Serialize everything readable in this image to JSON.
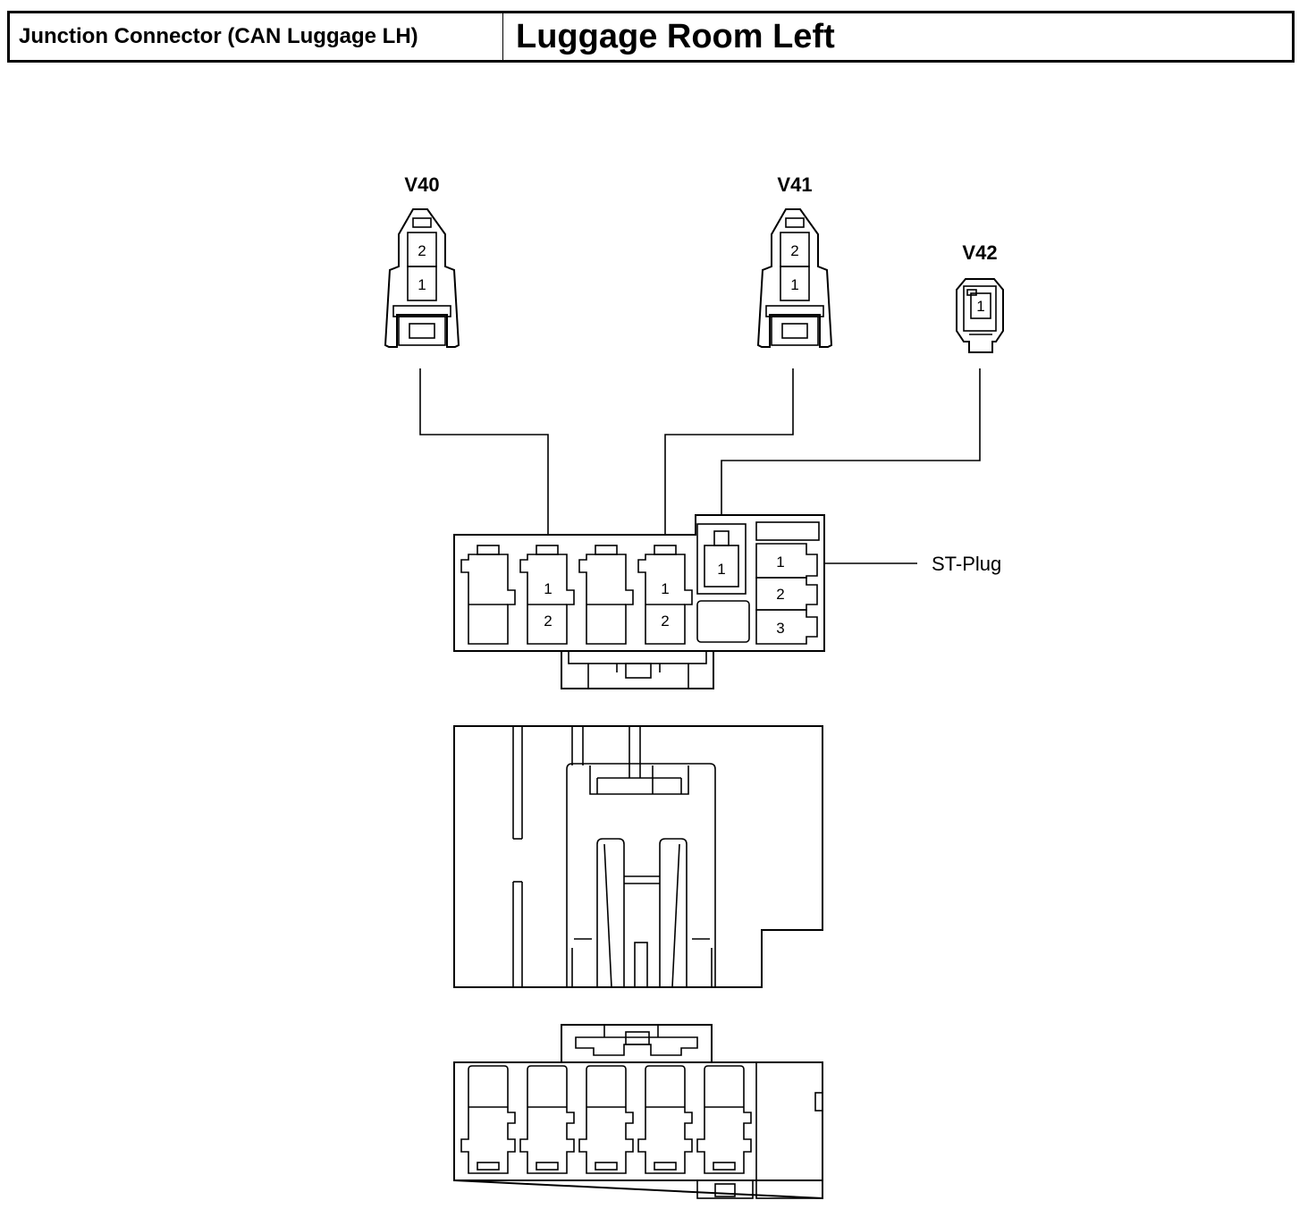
{
  "header": {
    "component": "Junction Connector (CAN Luggage LH)",
    "location": "Luggage Room Left"
  },
  "connectors": [
    {
      "id": "V40",
      "pins": [
        "2",
        "1"
      ]
    },
    {
      "id": "V41",
      "pins": [
        "2",
        "1"
      ]
    },
    {
      "id": "V42",
      "pins": [
        "1"
      ]
    }
  ],
  "junction": {
    "cavity_a_pins": [
      "1",
      "2"
    ],
    "cavity_b_pins": [
      "1",
      "2"
    ],
    "single_pin": "1",
    "st_plug_pins": [
      "1",
      "2",
      "3"
    ],
    "st_plug_label": "ST-Plug"
  }
}
